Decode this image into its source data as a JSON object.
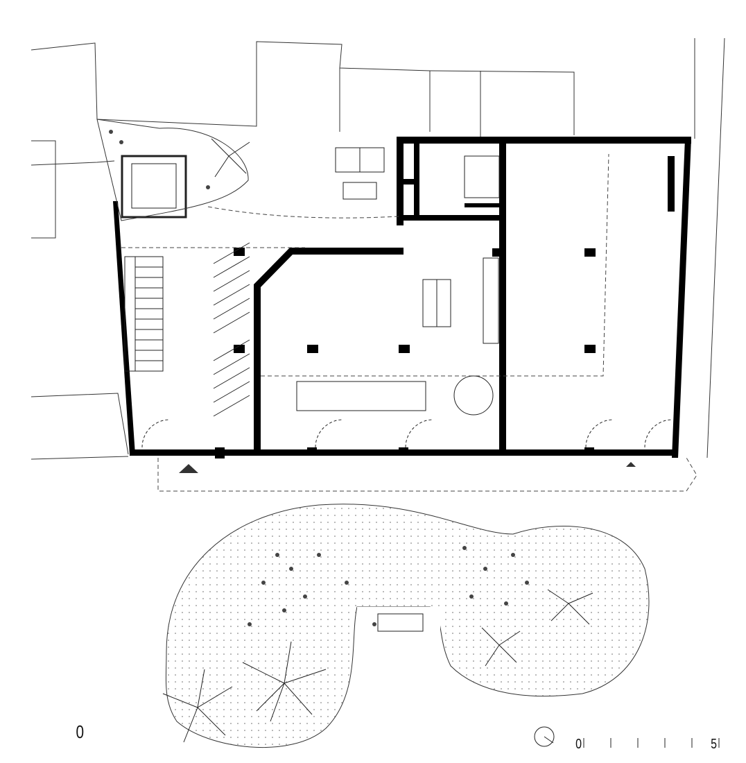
{
  "drawing": {
    "floor_label": "0",
    "scale_bar": {
      "start_label": "0",
      "end_label": "5",
      "divisions": 5
    },
    "north_arrow_icon": "north-arrow-circle",
    "colors": {
      "line": "#222222",
      "wall": "#000000",
      "hatch": "#555555"
    }
  }
}
